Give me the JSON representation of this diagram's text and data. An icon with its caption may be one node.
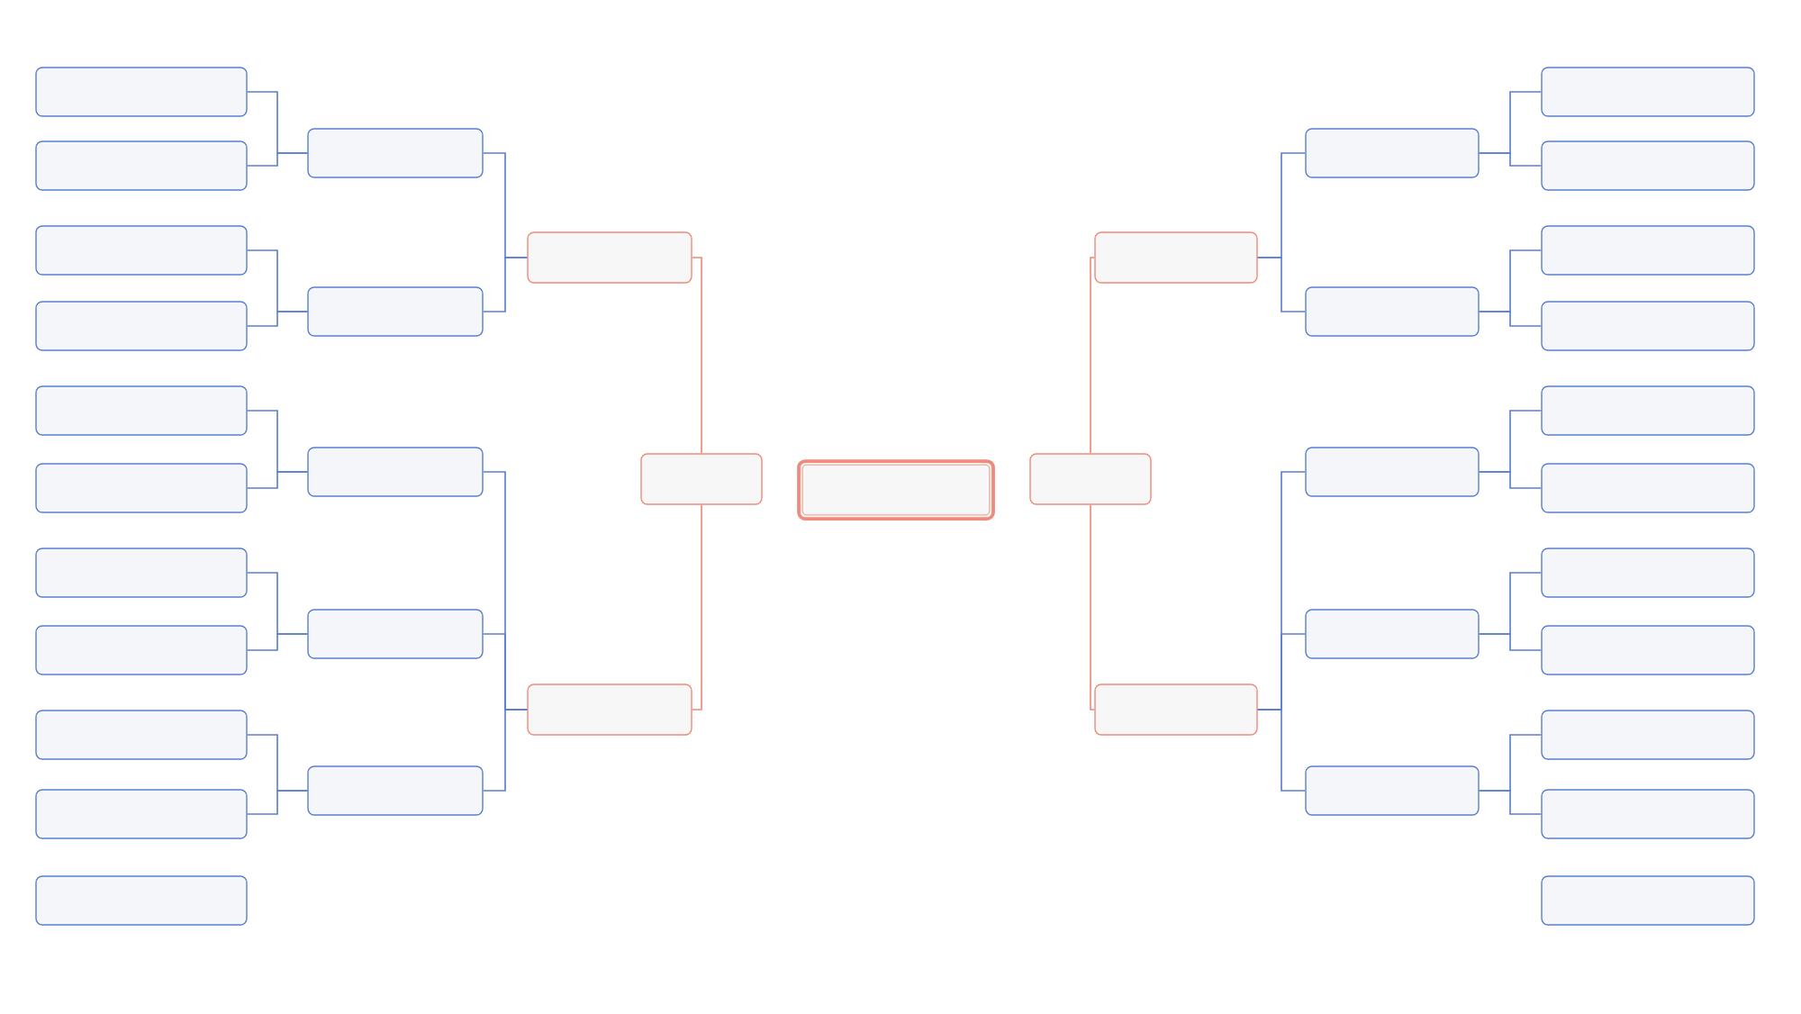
{
  "diagram": {
    "nodes": [
      {
        "text": [],
        "shape": "box"
      },
      {
        "text": [],
        "shape": "box"
      },
      {
        "text": [],
        "shape": "box"
      },
      {
        "text": [],
        "shape": "box"
      },
      {
        "text": [],
        "shape": "box"
      },
      {
        "text": [],
        "shape": "box"
      },
      {
        "text": [],
        "shape": "box"
      },
      {
        "text": [],
        "shape": "box"
      },
      {
        "text": [],
        "shape": "box"
      },
      {
        "text": [],
        "shape": "box"
      },
      {
        "text": [],
        "shape": "box"
      },
      {
        "text": [],
        "shape": "box"
      },
      {
        "text": [],
        "shape": "box"
      },
      {
        "text": [],
        "shape": "box"
      },
      {
        "text": [],
        "shape": "box"
      },
      {
        "text": [],
        "shape": "box"
      },
      {
        "text": [],
        "shape": "box"
      },
      {
        "text": [],
        "shape": "box"
      },
      {
        "text": [],
        "shape": "box"
      },
      {
        "text": [],
        "shape": "box"
      },
      {
        "text": [],
        "shape": "box"
      },
      {
        "text": [],
        "shape": "box"
      },
      {
        "text": [],
        "shape": "box"
      },
      {
        "text": [],
        "shape": "box"
      },
      {
        "text": [],
        "shape": "box"
      },
      {
        "text": [],
        "shape": "box"
      },
      {
        "text": [],
        "shape": "box"
      },
      {
        "text": [],
        "shape": "box"
      },
      {
        "text": [],
        "shape": "box"
      },
      {
        "text": [],
        "shape": "box"
      },
      {
        "text": [],
        "shape": "box"
      },
      {
        "text": [],
        "shape": "box"
      },
      {
        "text": [],
        "shape": "box"
      },
      {
        "text": [],
        "shape": "box"
      },
      {
        "text": [],
        "shape": "box"
      },
      {
        "text": [],
        "shape": "box"
      },
      {
        "text": [],
        "shape": "box"
      },
      {
        "text": [],
        "shape": "box"
      },
      {
        "text": [],
        "shape": "box"
      }
    ],
    "edges": [
      {
        "from": 0,
        "to": 11,
        "arrow": "none"
      },
      {
        "from": 1,
        "to": 11,
        "arrow": "none"
      },
      {
        "from": 2,
        "to": 12,
        "arrow": "none"
      },
      {
        "from": 3,
        "to": 12,
        "arrow": "none"
      },
      {
        "from": 4,
        "to": 13,
        "arrow": "none"
      },
      {
        "from": 5,
        "to": 13,
        "arrow": "none"
      },
      {
        "from": 6,
        "to": 14,
        "arrow": "none"
      },
      {
        "from": 7,
        "to": 14,
        "arrow": "none"
      },
      {
        "from": 8,
        "to": 15,
        "arrow": "none"
      },
      {
        "from": 9,
        "to": 15,
        "arrow": "none"
      },
      {
        "from": 11,
        "to": 16,
        "arrow": "none"
      },
      {
        "from": 12,
        "to": 16,
        "arrow": "none"
      },
      {
        "from": 13,
        "to": 17,
        "arrow": "none"
      },
      {
        "from": 14,
        "to": 17,
        "arrow": "none"
      },
      {
        "from": 15,
        "to": 17,
        "arrow": "none"
      },
      {
        "from": 16,
        "to": 18,
        "arrow": "none",
        "color": "#f08a7a"
      },
      {
        "from": 17,
        "to": 18,
        "arrow": "none",
        "color": "#f08a7a"
      },
      {
        "from": 28,
        "to": 23,
        "arrow": "none"
      },
      {
        "from": 29,
        "to": 23,
        "arrow": "none"
      },
      {
        "from": 30,
        "to": 24,
        "arrow": "none"
      },
      {
        "from": 31,
        "to": 24,
        "arrow": "none"
      },
      {
        "from": 32,
        "to": 25,
        "arrow": "none"
      },
      {
        "from": 33,
        "to": 25,
        "arrow": "none"
      },
      {
        "from": 34,
        "to": 26,
        "arrow": "none"
      },
      {
        "from": 35,
        "to": 26,
        "arrow": "none"
      },
      {
        "from": 36,
        "to": 27,
        "arrow": "none"
      },
      {
        "from": 37,
        "to": 27,
        "arrow": "none"
      },
      {
        "from": 23,
        "to": 21,
        "arrow": "none"
      },
      {
        "from": 24,
        "to": 21,
        "arrow": "none"
      },
      {
        "from": 25,
        "to": 22,
        "arrow": "none"
      },
      {
        "from": 26,
        "to": 22,
        "arrow": "none"
      },
      {
        "from": 27,
        "to": 22,
        "arrow": "none"
      },
      {
        "from": 21,
        "to": 20,
        "arrow": "none",
        "color": "#f08a7a"
      },
      {
        "from": 22,
        "to": 20,
        "arrow": "none",
        "color": "#f08a7a"
      }
    ]
  }
}
